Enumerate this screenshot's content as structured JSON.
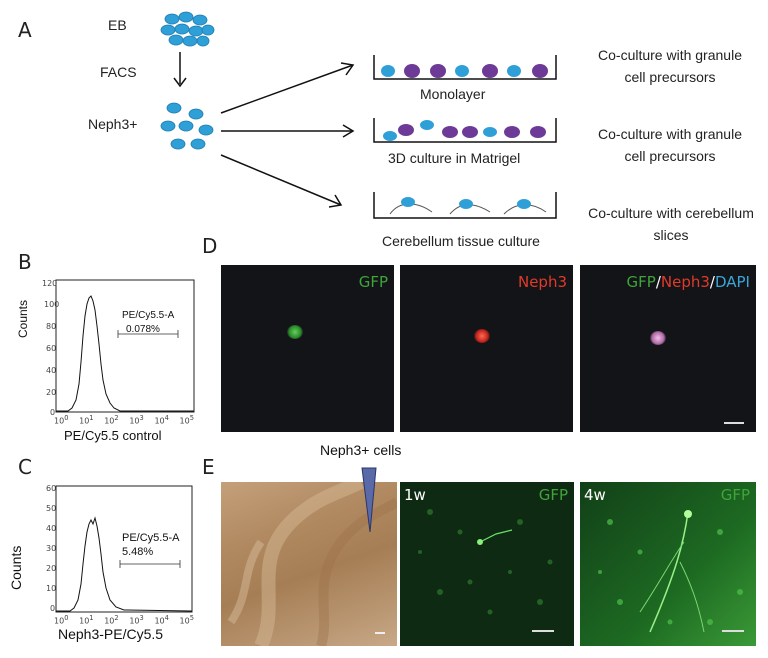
{
  "panels": {
    "A": "A",
    "B": "B",
    "C": "C",
    "D": "D",
    "E": "E"
  },
  "schematic": {
    "eb": "EB",
    "facs": "FACS",
    "neph3_pos": "Neph3+",
    "monolayer": "Monolayer",
    "culture_3d": "3D culture in Matrigel",
    "cerebellum_tissue": "Cerebellum tissue culture",
    "desc1_line1": "Co-culture with granule",
    "desc1_line2": "cell precursors",
    "desc2_line1": "Co-culture with granule",
    "desc2_line2": "cell precursors",
    "desc3_line1": "Co-culture with cerebellum",
    "desc3_line2": "slices"
  },
  "histogram_B": {
    "ylabel": "Counts",
    "xlabel": "PE/Cy5.5 control",
    "gate_label": "PE/Cy5.5-A",
    "gate_percent": "0.078%",
    "yticks": [
      "0",
      "20",
      "40",
      "60",
      "80",
      "100",
      "120"
    ],
    "ymax": 120,
    "xticks": [
      "10",
      "10",
      "10",
      "10",
      "10",
      "10"
    ],
    "xexp": [
      "0",
      "1",
      "2",
      "3",
      "4",
      "5"
    ]
  },
  "histogram_C": {
    "ylabel": "Counts",
    "xlabel": "Neph3-PE/Cy5.5",
    "gate_label": "PE/Cy5.5-A",
    "gate_percent": "5.48%",
    "yticks": [
      "0",
      "10",
      "20",
      "30",
      "40",
      "50",
      "60"
    ],
    "ymax": 60,
    "xticks": [
      "10",
      "10",
      "10",
      "10",
      "10",
      "10"
    ],
    "xexp": [
      "0",
      "1",
      "2",
      "3",
      "4",
      "5"
    ]
  },
  "fluor_D": {
    "gfp": "GFP",
    "neph3": "Neph3",
    "merge_gfp": "GFP",
    "slash1": "/",
    "merge_neph3": "Neph3",
    "slash2": "/",
    "merge_dapi": "DAPI"
  },
  "panel_E": {
    "neph3_cells": "Neph3+ cells",
    "t1": "1w",
    "t2": "4w",
    "gfp1": "GFP",
    "gfp2": "GFP"
  },
  "colors": {
    "cyan": "#2f9fd8",
    "purple": "#6d3b97",
    "gfp": "#3fa43a",
    "neph3": "#e23a2a",
    "dapi": "#3aa6d8"
  }
}
